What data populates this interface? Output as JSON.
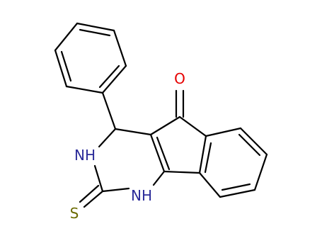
{
  "atoms": [
    {
      "id": "O",
      "label": "O",
      "color": "#e60000"
    },
    {
      "id": "N3",
      "label": "NH",
      "color": "#2b2b99",
      "subtype": "H-N-right"
    },
    {
      "id": "N1",
      "label": "NH",
      "color": "#2b2b99"
    },
    {
      "id": "S",
      "label": "S",
      "color": "#6b6b00"
    }
  ],
  "colors": {
    "bond": "#000000",
    "oxygen": "#e60000",
    "nitrogen": "#2b2b99",
    "sulfur": "#6b6b00"
  }
}
